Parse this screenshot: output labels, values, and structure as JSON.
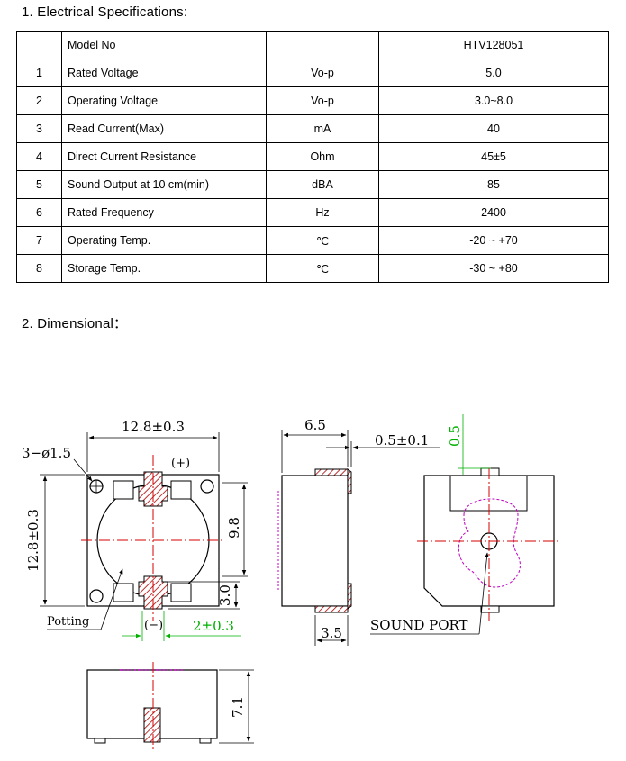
{
  "section1": {
    "title": "1. Electrical Specifications:"
  },
  "spec_table": {
    "header": {
      "no": "",
      "item": "Model No",
      "unit": "",
      "value": "HTV128051"
    },
    "rows": [
      {
        "no": "1",
        "item": "Rated Voltage",
        "unit": "Vo-p",
        "value": "5.0"
      },
      {
        "no": "2",
        "item": "Operating Voltage",
        "unit": "Vo-p",
        "value": "3.0~8.0"
      },
      {
        "no": "3",
        "item": "Read Current(Max)",
        "unit": "mA",
        "value": "40"
      },
      {
        "no": "4",
        "item": "Direct Current Resistance",
        "unit": "Ohm",
        "value": "45±5"
      },
      {
        "no": "5",
        "item": "Sound Output at 10 cm(min)",
        "unit": "dBA",
        "value": "85"
      },
      {
        "no": "6",
        "item": "Rated Frequency",
        "unit": "Hz",
        "value": "2400"
      },
      {
        "no": "7",
        "item": "Operating Temp.",
        "unit": "℃",
        "value": "-20 ~ +70"
      },
      {
        "no": "8",
        "item": "Storage Temp.",
        "unit": "℃",
        "value": "-30 ~ +80"
      }
    ]
  },
  "section2": {
    "title": "2. Dimensional："
  },
  "drawing": {
    "top_view": {
      "width_dim": "12.8±0.3",
      "height_dim": "12.8±0.3",
      "holes_label": "3−ø1.5",
      "plus_label": "(+)",
      "minus_label": "(−)",
      "inner_dim": "9.8",
      "pad_dim": "3.0",
      "pitch_dim": "2±0.3",
      "potting_label": "Potting"
    },
    "side_view": {
      "width_dim": "6.5",
      "thickness_dim": "0.5±0.1",
      "pad_dim": "3.5"
    },
    "back_view": {
      "offset_dim": "0.5",
      "port_label": "SOUND PORT"
    },
    "bottom_view": {
      "height_dim": "7.1"
    },
    "colors": {
      "red": "#d40000",
      "green": "#00b000",
      "magenta": "#c000c0",
      "hatch": "#b00000"
    }
  }
}
